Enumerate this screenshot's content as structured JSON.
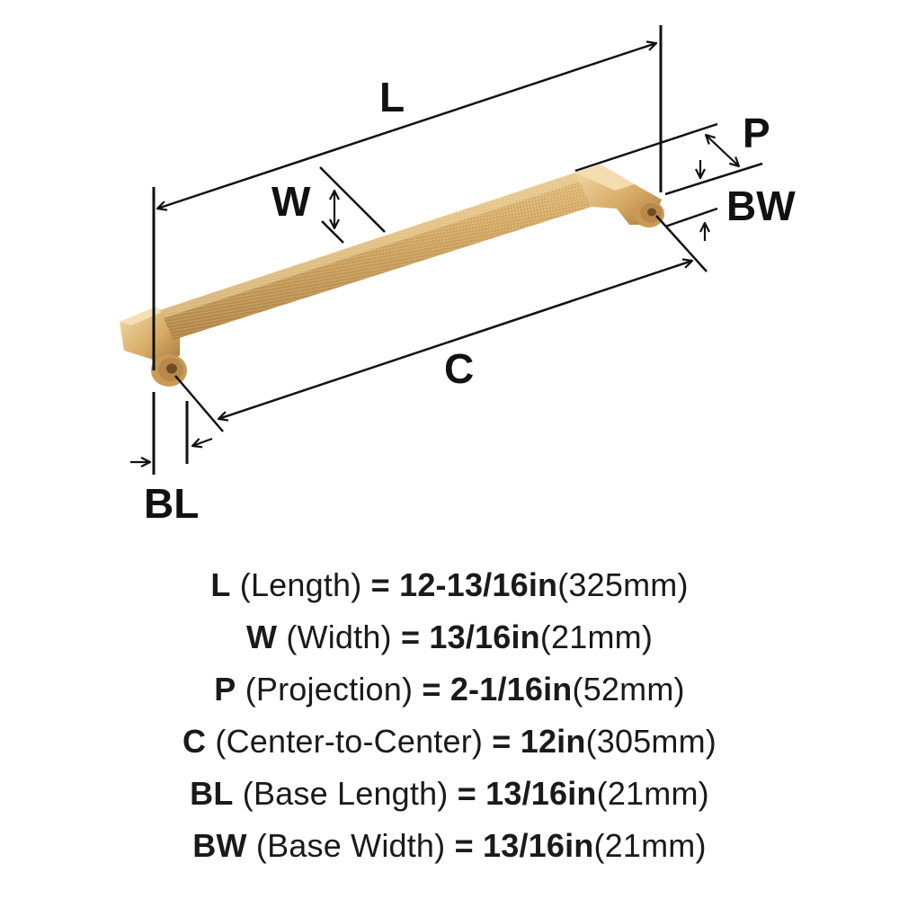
{
  "diagram": {
    "product": "cabinet bar pull (knurled, gold finish)",
    "colors": {
      "finish_light": "#e8c58a",
      "finish_mid": "#d2a35e",
      "finish_dark": "#a67a3c",
      "line": "#111111"
    },
    "labels": {
      "L": "L",
      "W": "W",
      "P": "P",
      "BW": "BW",
      "C": "C",
      "BL": "BL"
    }
  },
  "specs": [
    {
      "key": "L",
      "name": "(Length)",
      "eq": "=",
      "imperial": "12-13/16in",
      "metric": "(325mm)"
    },
    {
      "key": "W",
      "name": "(Width)",
      "eq": "=",
      "imperial": "13/16in",
      "metric": "(21mm)"
    },
    {
      "key": "P",
      "name": "(Projection)",
      "eq": "=",
      "imperial": "2-1/16in",
      "metric": "(52mm)"
    },
    {
      "key": "C",
      "name": "(Center-to-Center)",
      "eq": "=",
      "imperial": "12in",
      "metric": "(305mm)"
    },
    {
      "key": "BL",
      "name": "(Base Length)",
      "eq": "=",
      "imperial": "13/16in",
      "metric": "(21mm)"
    },
    {
      "key": "BW",
      "name": "(Base Width)",
      "eq": "=",
      "imperial": "13/16in",
      "metric": "(21mm)"
    }
  ]
}
